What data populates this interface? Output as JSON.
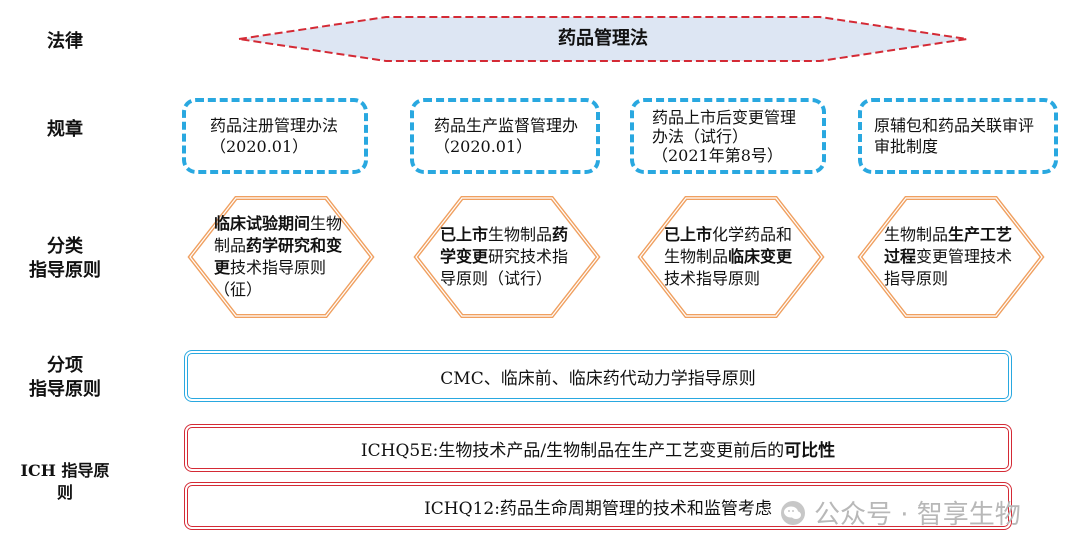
{
  "levels": {
    "law": "法律",
    "regulation": "规章",
    "category": "分类\n指导原则",
    "item": "分项\n指导原则",
    "ich": "ICH 指导原\n则"
  },
  "law": {
    "text": "药品管理法"
  },
  "regulations": [
    {
      "text": "药品注册管理办法\n（2020.01）"
    },
    {
      "text": "药品生产监督管理办\n（2020.01）"
    },
    {
      "text": "药品上市后变更管理\n办法（试行）\n（2021年第8号）"
    },
    {
      "text": "原辅包和药品关联审评\n审批制度"
    }
  ],
  "category_guidelines": [
    {
      "parts": [
        {
          "t": "临床试验期间",
          "b": true
        },
        {
          "t": "生物制品",
          "b": false
        },
        {
          "t": "药学研究和变更",
          "b": true
        },
        {
          "t": "技术指导原则（征）",
          "b": false
        }
      ]
    },
    {
      "parts": [
        {
          "t": "已上市",
          "b": true
        },
        {
          "t": "生物制品",
          "b": false
        },
        {
          "t": "药学变更",
          "b": true
        },
        {
          "t": "研究技术指导原则（试行）",
          "b": false
        }
      ]
    },
    {
      "parts": [
        {
          "t": "已上市",
          "b": true
        },
        {
          "t": "化学药品和生物制品",
          "b": false
        },
        {
          "t": "临床变更",
          "b": true
        },
        {
          "t": "技术指导原则",
          "b": false
        }
      ]
    },
    {
      "parts": [
        {
          "t": "生物制品",
          "b": false
        },
        {
          "t": "生产工艺过程",
          "b": true
        },
        {
          "t": "变更管理技术指导原则",
          "b": false
        }
      ]
    }
  ],
  "item_guideline": {
    "text": "CMC、临床前、临床药代动力学指导原则"
  },
  "ich": [
    {
      "prefix": "ICHQ5E:生物技术产品/生物制品在生产工艺变更前后的",
      "bold": "可比性"
    },
    {
      "prefix": "ICHQ12:药品生命周期管理的技术和监管考虑",
      "bold": ""
    }
  ],
  "watermark": {
    "text": "公众号 · 智享生物"
  },
  "colors": {
    "law_fill": "#dde6f3",
    "law_border": "#d42a35",
    "dashed_blue": "#29a8e0",
    "hex_orange": "#f0a060",
    "red": "#d42a35"
  }
}
